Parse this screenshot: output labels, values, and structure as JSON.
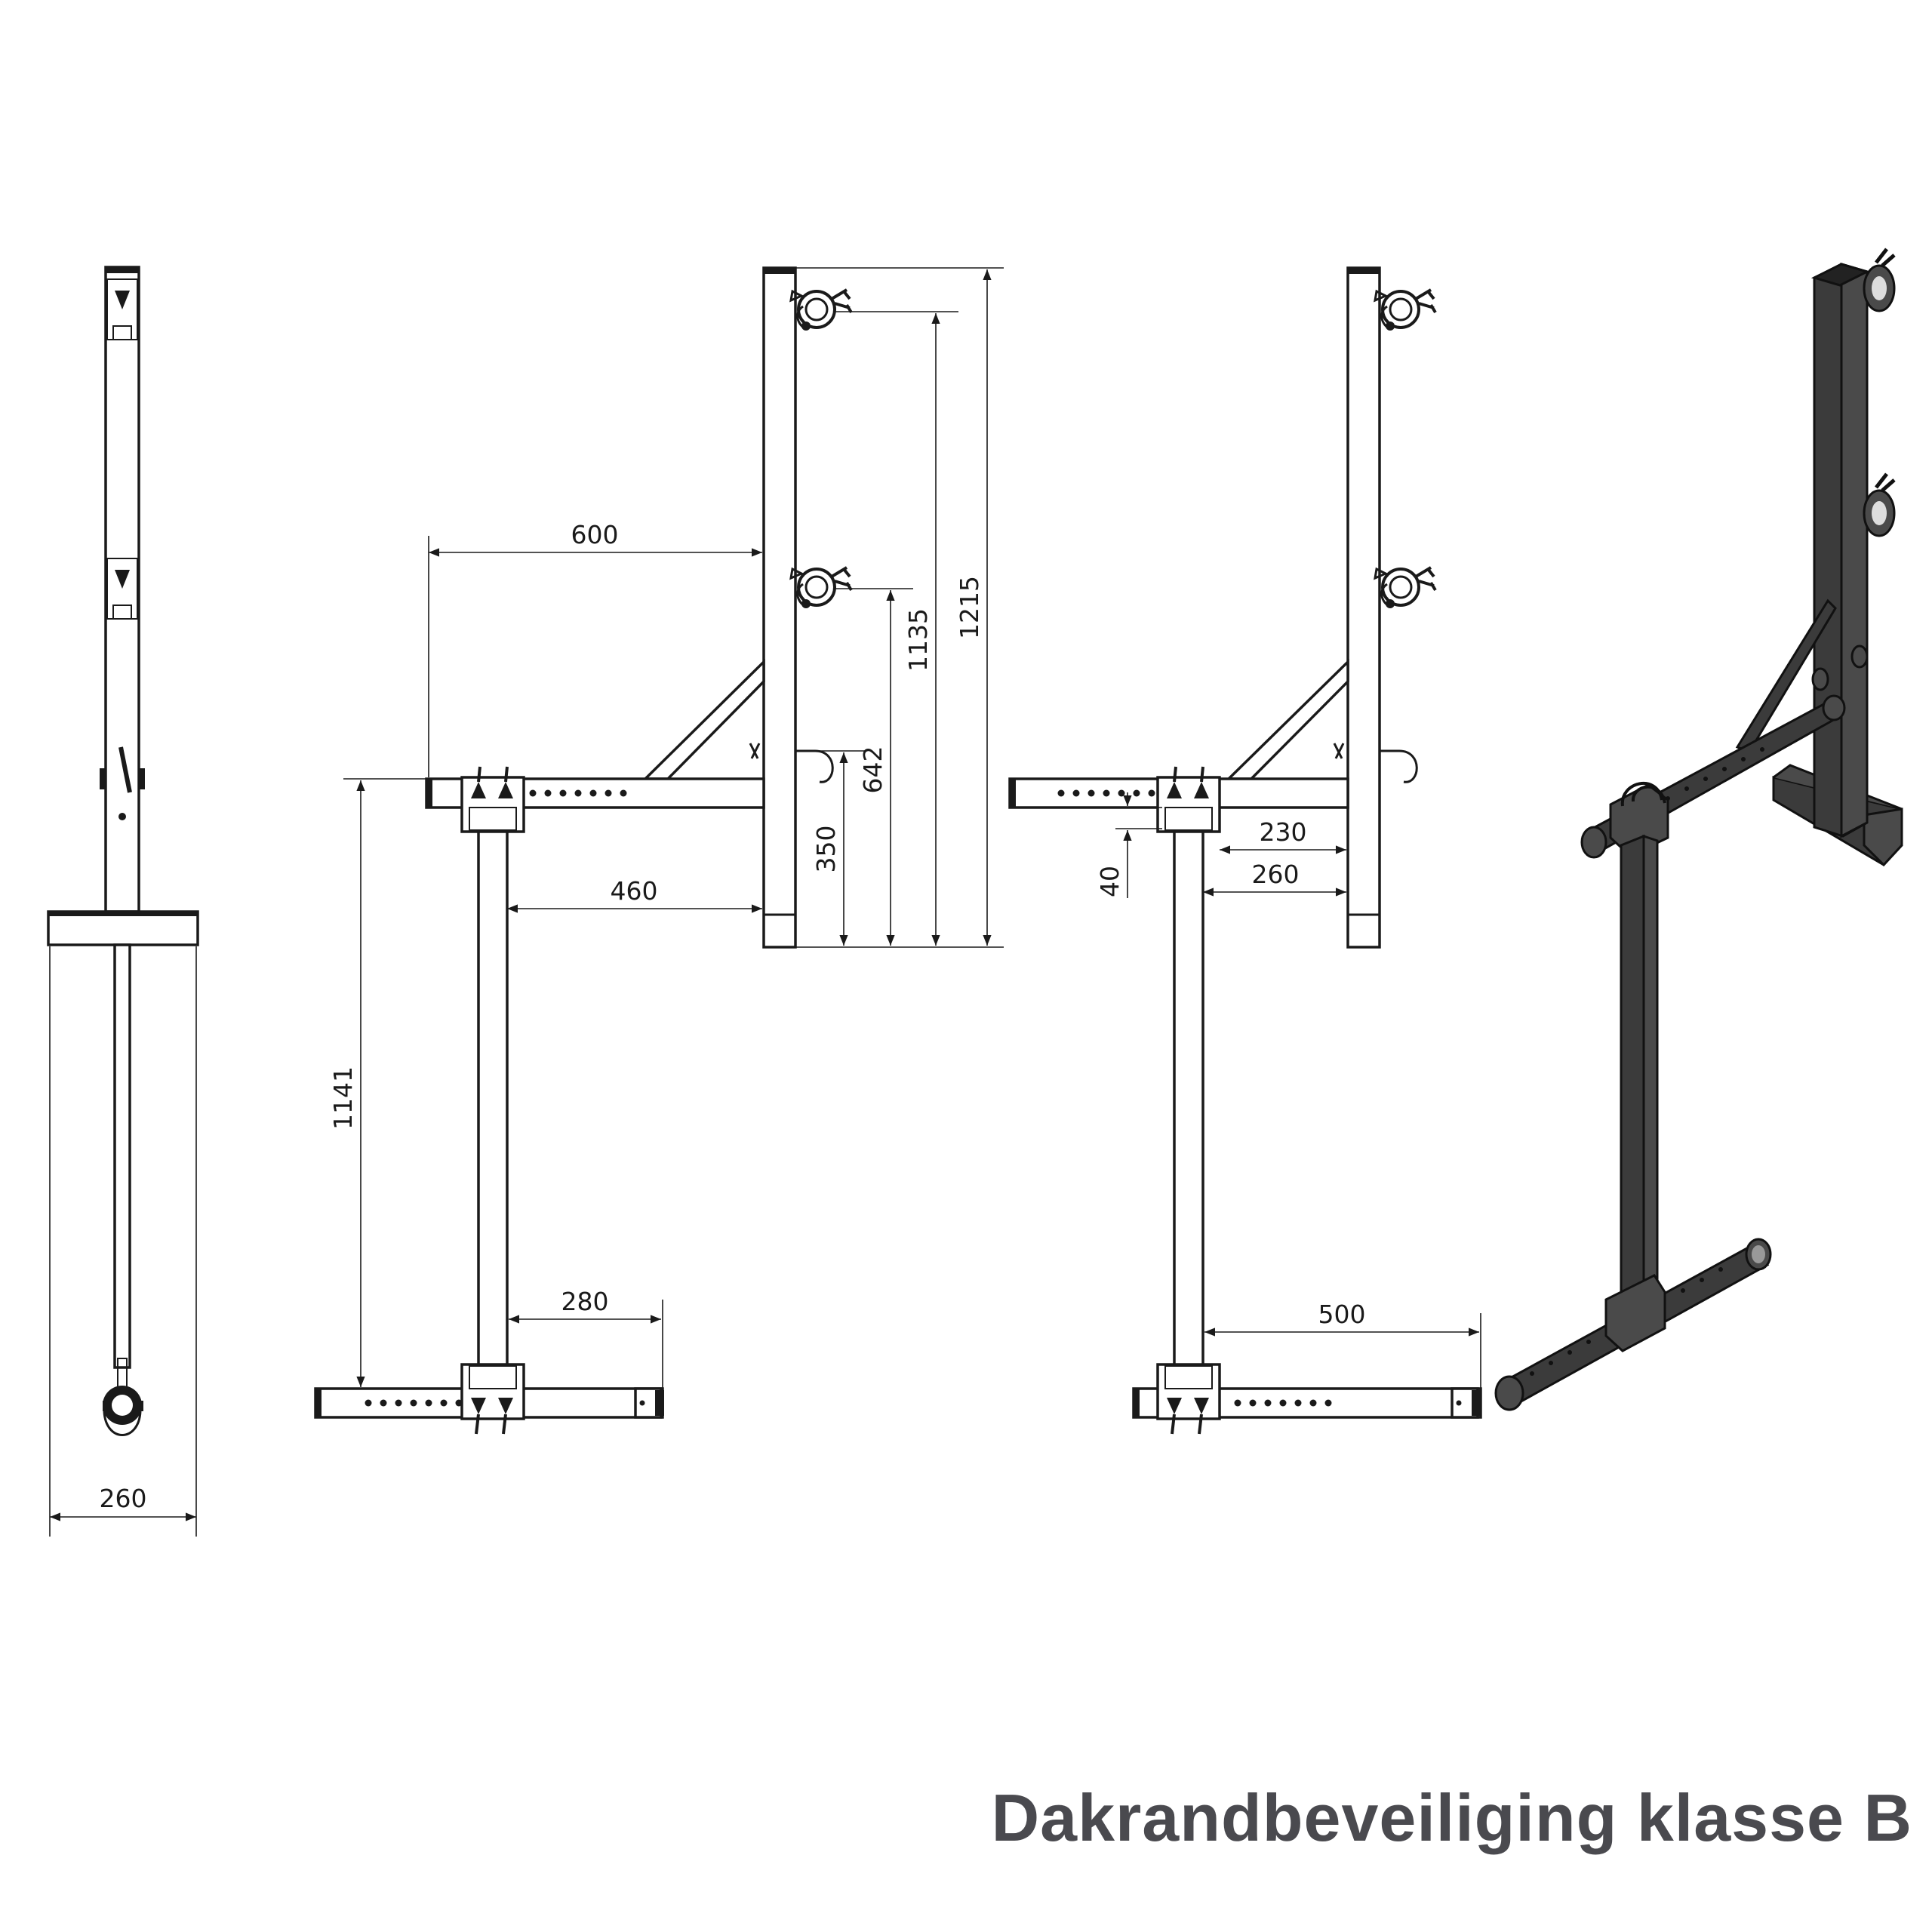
{
  "caption": "Dakrandbeveiliging klasse B",
  "colors": {
    "line": "#1a1a1a",
    "render_dark": "#3b3b3b",
    "caption": "#4a4a4f"
  },
  "dimensions": {
    "side_width": "260",
    "arm_length": "600",
    "arm_offset": "460",
    "base_length": "1141",
    "foot_offset": "280",
    "post_height_total": "1215",
    "post_height_upper_clamp": "1135",
    "post_height_lower_clamp": "642",
    "arm_height": "350",
    "offset_40": "40",
    "offset_230": "230",
    "offset_260": "260",
    "foot_length": "500"
  }
}
